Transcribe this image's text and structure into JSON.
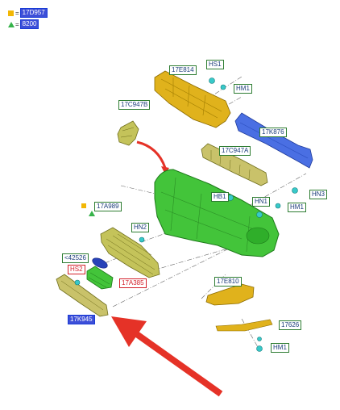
{
  "legend": [
    {
      "symbol": "square-icon",
      "color": "#f2b705",
      "code": "17D957"
    },
    {
      "symbol": "triangle-icon",
      "color": "#36b34a",
      "code": "8200"
    }
  ],
  "legend_equals": "=",
  "colors": {
    "bumper_cover": "#43c43a",
    "upper_reinforcement": "#e0b21c",
    "impact_bar": "#4a6fe3",
    "energy_absorber": "#c9c26a",
    "arrow": "#e53227",
    "fastener": "#38c9c9"
  },
  "labels": {
    "p17E814": "17E814",
    "hs1": "HS1",
    "hm1_top": "HM1",
    "p17C947B": "17C947B",
    "p17K876": "17K876",
    "p17C947A": "17C947A",
    "hb1": "HB1",
    "hn1": "HN1",
    "hn3": "HN3",
    "hm1_right": "HM1",
    "p17A989": "17A989",
    "hn2": "HN2",
    "p42526": "<42526",
    "hs2": "HS2",
    "p17A385": "17A385",
    "p17E810": "17E810",
    "p17K945": "17K945",
    "p17626": "17626",
    "hm1_bottom": "HM1"
  }
}
